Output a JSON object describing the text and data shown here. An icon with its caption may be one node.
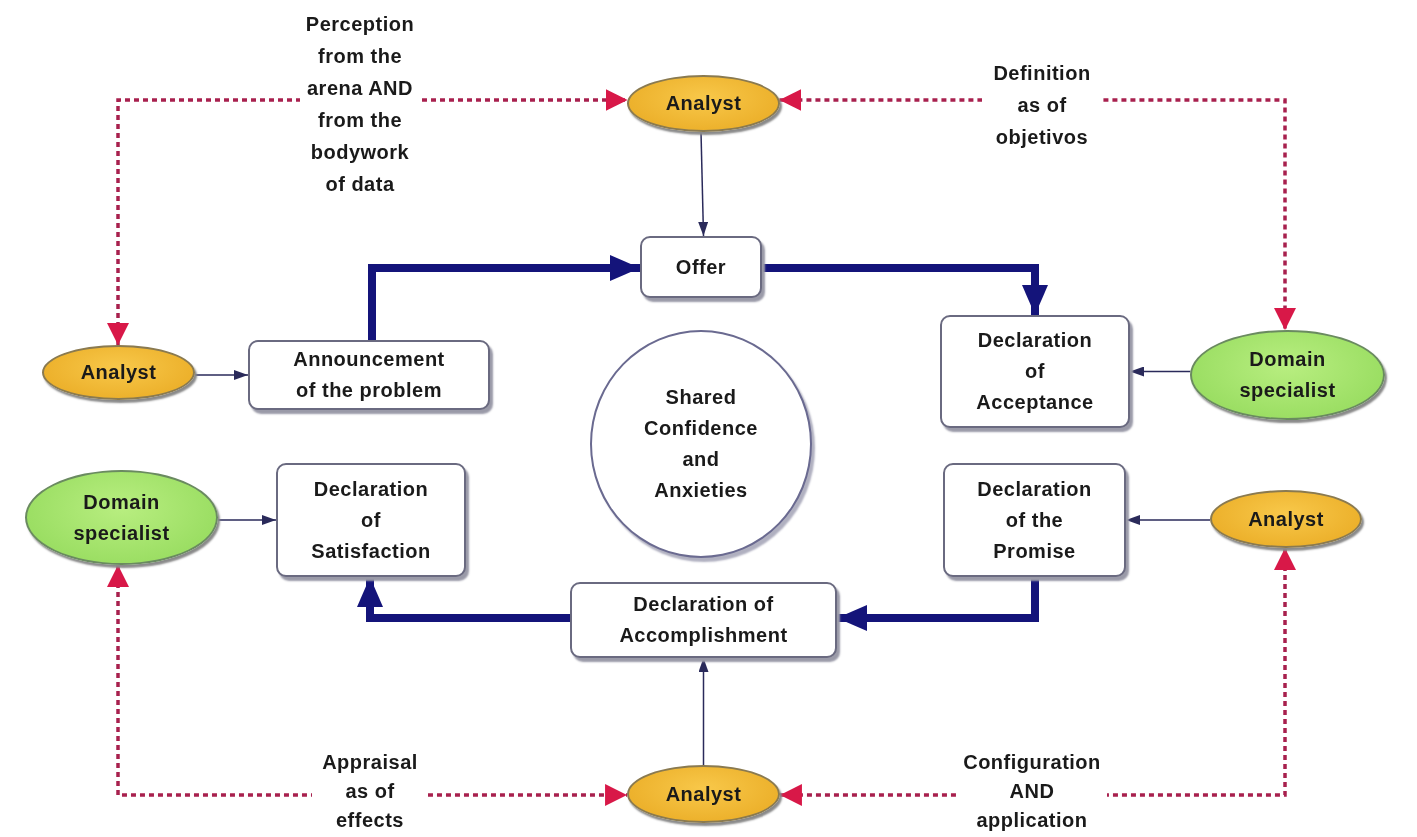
{
  "diagram": {
    "nodes": [
      {
        "text": [
          "Analyst"
        ]
      },
      {
        "text": [
          "Offer"
        ]
      },
      {
        "text": [
          "Analyst"
        ]
      },
      {
        "text": [
          "Announcement of the problem"
        ]
      },
      {
        "text": [
          "Declaration of Acceptance"
        ]
      },
      {
        "text": [
          "Domain specialist"
        ]
      },
      {
        "text": [
          "Shared Confidence and Anxieties"
        ]
      },
      {
        "text": [
          "Domain specialist"
        ]
      },
      {
        "text": [
          "Declaration of Satisfaction"
        ]
      },
      {
        "text": [
          "Declaration of the Promise"
        ]
      },
      {
        "text": [
          "Analyst"
        ]
      },
      {
        "text": [
          "Declaration of Accomplishment"
        ]
      },
      {
        "text": [
          "Analyst"
        ]
      }
    ],
    "edges": [
      {
        "from": 0,
        "to": 1,
        "arrow": "to"
      },
      {
        "from": 3,
        "to": 1,
        "arrow": "to",
        "style": "thick"
      },
      {
        "from": 1,
        "to": 4,
        "arrow": "to",
        "style": "thick"
      },
      {
        "from": 2,
        "to": 3,
        "arrow": "to"
      },
      {
        "from": 5,
        "to": 4,
        "arrow": "to"
      },
      {
        "from": 7,
        "to": 8,
        "arrow": "to"
      },
      {
        "from": 10,
        "to": 9,
        "arrow": "to"
      },
      {
        "from": 9,
        "to": 11,
        "arrow": "to",
        "style": "thick"
      },
      {
        "from": 11,
        "to": 8,
        "arrow": "to",
        "style": "thick"
      },
      {
        "from": 12,
        "to": 11,
        "arrow": "to"
      },
      {
        "from": 2,
        "to": 0,
        "arrow": "both",
        "label": "Perception from the arena AND from the bodywork of data",
        "style": "dashed",
        "color": "#a8204e"
      },
      {
        "from": 0,
        "to": 5,
        "arrow": "both",
        "label": "Definition as of objetivos",
        "style": "dashed",
        "color": "#a8204e"
      },
      {
        "from": 7,
        "to": 12,
        "arrow": "both",
        "label": "Appraisal as of effects",
        "style": "dashed",
        "color": "#a8204e"
      },
      {
        "from": 12,
        "to": 10,
        "arrow": "both",
        "label": "Configuration AND application",
        "style": "dashed",
        "color": "#a8204e"
      }
    ]
  }
}
